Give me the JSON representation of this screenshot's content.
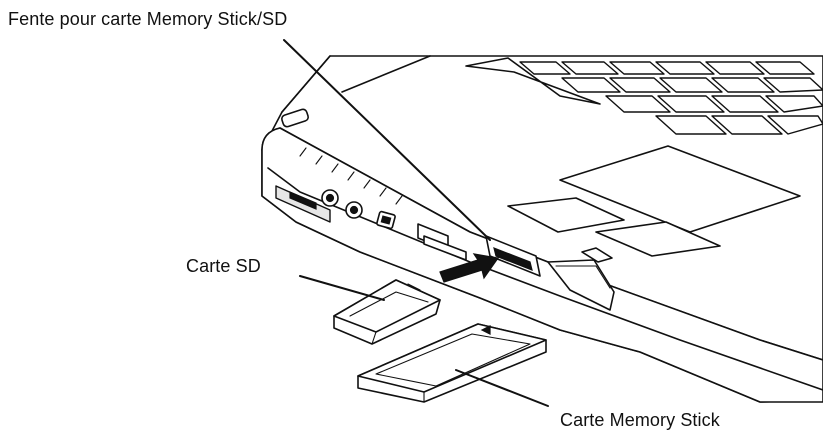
{
  "labels": {
    "slot": "Fente pour carte Memory Stick/SD",
    "sd_card": "Carte SD",
    "memory_stick": "Carte Memory Stick"
  },
  "colors": {
    "line": "#111111",
    "background": "#ffffff",
    "shade": "#e6e6e6"
  }
}
